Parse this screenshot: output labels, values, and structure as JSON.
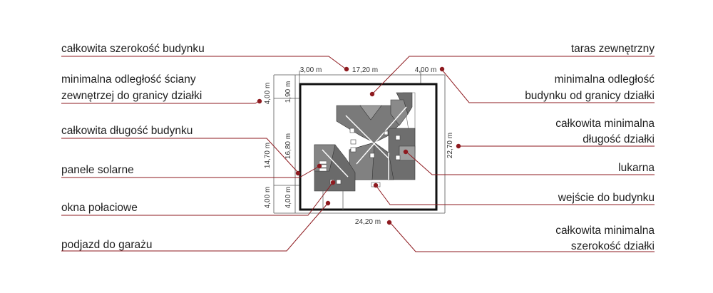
{
  "colors": {
    "leader": "#8e1a1f",
    "dot": "#8e1a1f",
    "roof_dark": "#6a6a6a",
    "roof_light": "#9d9d9d",
    "plot_border": "#111111",
    "dimension_line": "#555555"
  },
  "labels_left": [
    {
      "text": "całkowita szerokość budynku"
    },
    {
      "text": "minimalna odległość ściany zewnętrzej do granicy działki",
      "line1": "minimalna odległość ściany",
      "line2": "zewnętrzej do granicy działki"
    },
    {
      "text": "całkowita długość budynku"
    },
    {
      "text": "panele solarne"
    },
    {
      "text": "okna połaciowe"
    },
    {
      "text": "podjazd do garażu"
    }
  ],
  "labels_right": [
    {
      "text": "taras zewnętrzny"
    },
    {
      "text": "minimalna odległość budynku od granicy działki",
      "line1": "minimalna odległość",
      "line2": "budynku od granicy działki"
    },
    {
      "text": "całkowita minimalna długość działki",
      "line1": "całkowita minimalna",
      "line2": "długość działki"
    },
    {
      "text": "lukarna"
    },
    {
      "text": "wejście do budynku"
    },
    {
      "text": "całkowita minimalna szerokość działki",
      "line1": "całkowita minimalna",
      "line2": "szerokość działki"
    }
  ],
  "dimensions": {
    "top_left": "3,00 m",
    "top_mid": "17,20 m",
    "top_right": "4,00 m",
    "bottom": "24,20 m",
    "left_outer_top": "4,00 m",
    "left_outer_mid": "14,70 m",
    "left_outer_bot": "4,00 m",
    "left_inner_top": "1,90 m",
    "left_inner_mid": "16,80 m",
    "left_inner_bot": "4,00 m",
    "right": "22,70 m"
  }
}
